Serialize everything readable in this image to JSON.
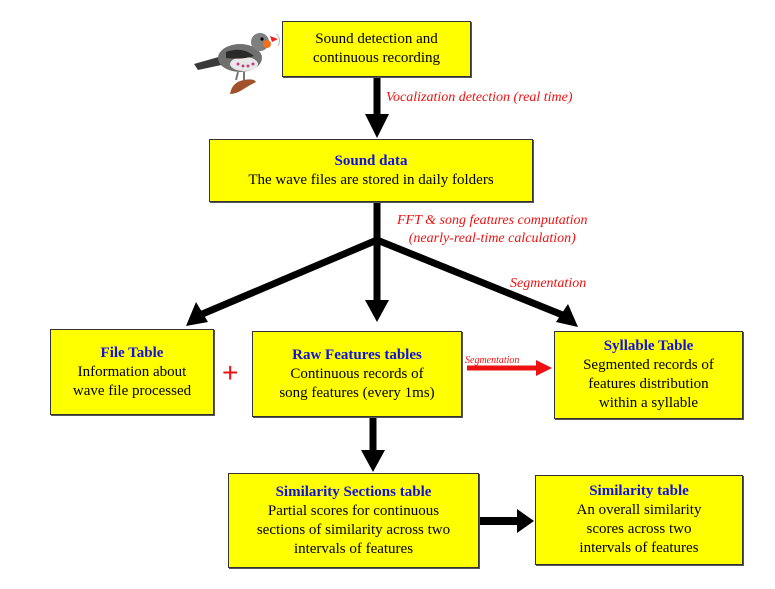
{
  "diagram": {
    "nodes": {
      "recording": {
        "title": "",
        "body": "Sound detection and\ncontinuous recording"
      },
      "sound_data": {
        "title": "Sound data",
        "body": "The wave files are stored in daily folders"
      },
      "file_table": {
        "title": "File Table",
        "body": "Information about\nwave file processed"
      },
      "raw_features": {
        "title": "Raw Features tables",
        "body": "Continuous records of\nsong features (every 1ms)"
      },
      "syllable_table": {
        "title": "Syllable Table",
        "body": "Segmented records of\nfeatures distribution\nwithin a syllable"
      },
      "similarity_sections": {
        "title": "Similarity Sections table",
        "body": "Partial scores for continuous\nsections of similarity across two\nintervals of features"
      },
      "similarity_table": {
        "title": "Similarity table",
        "body": "An overall similarity\nscores across two\nintervals of features"
      }
    },
    "edge_labels": {
      "vocalization": "Vocalization detection (real time)",
      "fft": "FFT & song features computation\n(nearly-real-time calculation)",
      "segmentation_upper": "Segmentation",
      "segmentation_inline": "Segmentation"
    },
    "plus_sign": "+",
    "colors": {
      "box_fill": "#ffff00",
      "title_text": "#1010e0",
      "edge_label": "#ee1111",
      "arrow": "#000000"
    }
  }
}
